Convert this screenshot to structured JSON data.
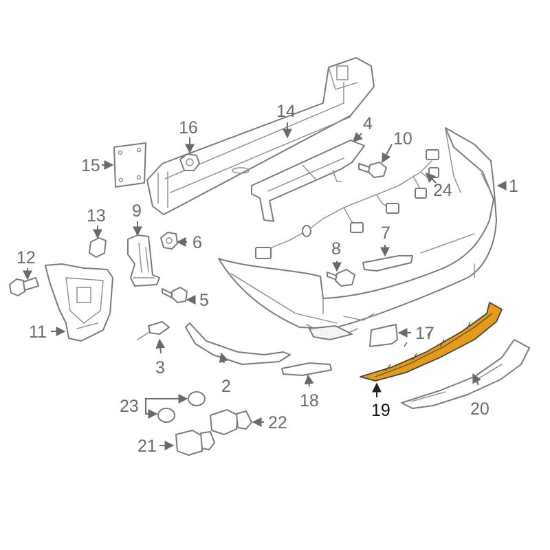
{
  "highlight_color": "#e69a1a",
  "highlighted_part": "19",
  "callouts": [
    {
      "id": "c1",
      "label": "1"
    },
    {
      "id": "c2",
      "label": "2"
    },
    {
      "id": "c3",
      "label": "3"
    },
    {
      "id": "c4",
      "label": "4"
    },
    {
      "id": "c5",
      "label": "5"
    },
    {
      "id": "c6",
      "label": "6"
    },
    {
      "id": "c7",
      "label": "7"
    },
    {
      "id": "c8",
      "label": "8"
    },
    {
      "id": "c9",
      "label": "9"
    },
    {
      "id": "c10",
      "label": "10"
    },
    {
      "id": "c11",
      "label": "11"
    },
    {
      "id": "c12",
      "label": "12"
    },
    {
      "id": "c13",
      "label": "13"
    },
    {
      "id": "c14",
      "label": "14"
    },
    {
      "id": "c15",
      "label": "15"
    },
    {
      "id": "c16",
      "label": "16"
    },
    {
      "id": "c17",
      "label": "17"
    },
    {
      "id": "c18",
      "label": "18"
    },
    {
      "id": "c19",
      "label": "19"
    },
    {
      "id": "c20",
      "label": "20"
    },
    {
      "id": "c21",
      "label": "21"
    },
    {
      "id": "c22",
      "label": "22"
    },
    {
      "id": "c23",
      "label": "23"
    },
    {
      "id": "c24",
      "label": "24"
    }
  ]
}
